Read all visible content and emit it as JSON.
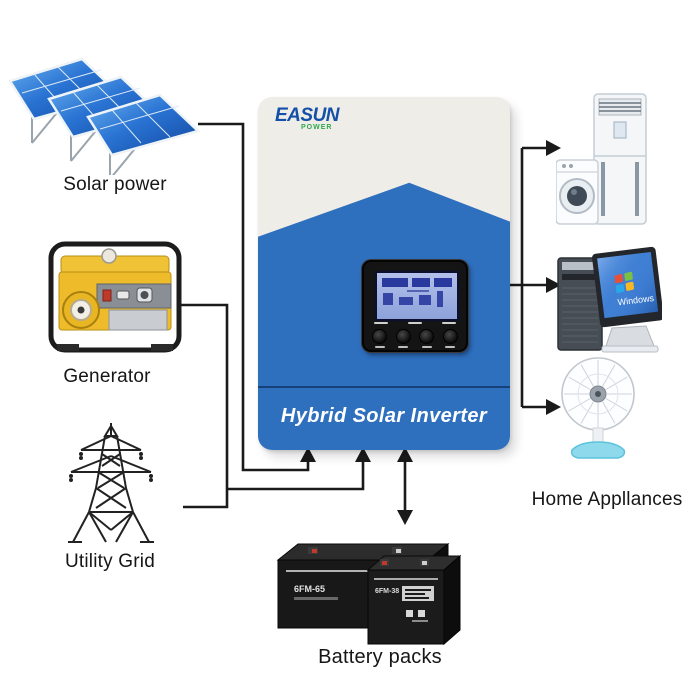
{
  "labels": {
    "solar": "Solar power",
    "generator": "Generator",
    "utility": "Utility Grid",
    "appliances": "Home Appllances",
    "battery": "Battery packs"
  },
  "inverter": {
    "brand": "EASUN",
    "brand_sub": "POWER",
    "title": "Hybrid Solar Inverter"
  },
  "batteries": {
    "large_model": "6FM-65",
    "small_model": "6FM-38"
  },
  "computer": {
    "screen_text": "Windows"
  },
  "colors": {
    "inverter_blue": "#2e6fbe",
    "inverter_top": "#efede8",
    "logo_blue": "#1450a8",
    "logo_green": "#2fa84f",
    "connector": "#1a1a1a",
    "lcd_bg": "#9cafe2",
    "fan_base": "#8fd9ec"
  }
}
